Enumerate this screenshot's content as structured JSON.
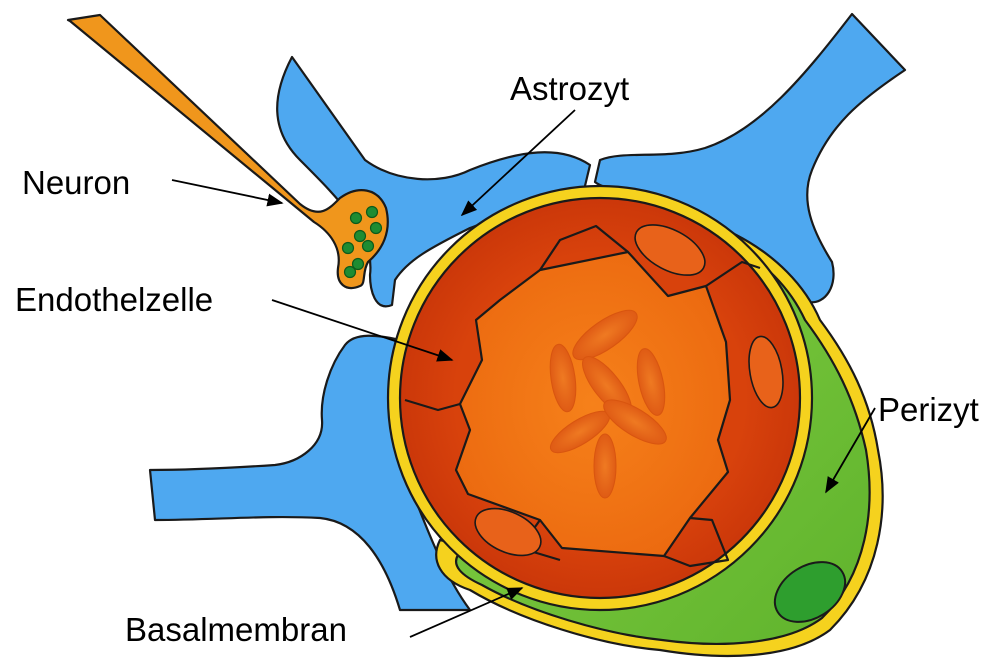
{
  "labels": {
    "neuron": "Neuron",
    "astrocyte": "Astrozyt",
    "endothelial": "Endothelzelle",
    "pericyte": "Perizyt",
    "basement_membrane": "Basalmembran"
  },
  "colors": {
    "neuron": "#f0961c",
    "vesicle": "#1e8c32",
    "astrocyte": "#4ea8f0",
    "basement_membrane": "#f5d21e",
    "endothelial": "#d23c0a",
    "lumen": "#f07814",
    "erythrocyte": "#e86418",
    "pericyte": "#7cc83c",
    "pericyte_nucleus": "#2e9e2e"
  }
}
